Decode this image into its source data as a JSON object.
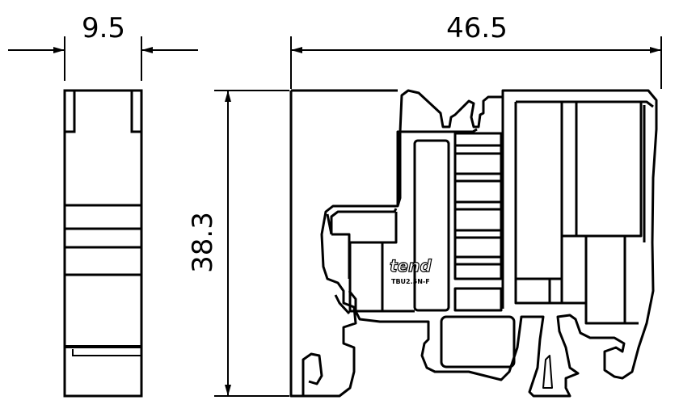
{
  "dimensions": {
    "width_side": "9.5",
    "width_front": "46.5",
    "height": "38.3"
  },
  "part": {
    "brand": "tend",
    "model": "TBU2.5N-F"
  },
  "colors": {
    "line": "#000000",
    "background": "#ffffff"
  }
}
